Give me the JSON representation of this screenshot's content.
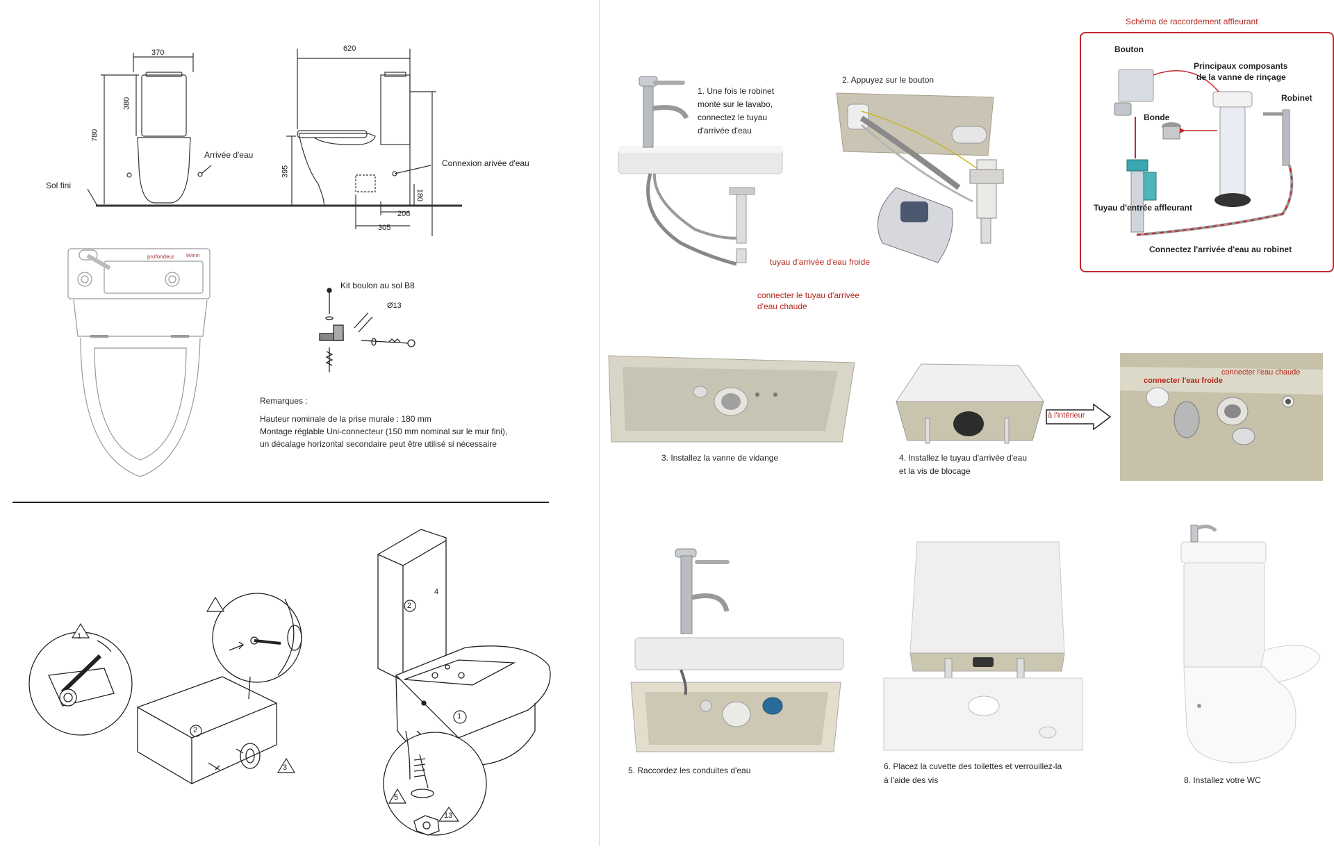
{
  "left_top": {
    "dims": {
      "width_front": "370",
      "tank_height": "380",
      "total_height": "780",
      "depth_total": "620",
      "seat_height": "395",
      "inlet_height": "180",
      "inlet_offset": "206",
      "drain_offset": "305"
    },
    "labels": {
      "finished_floor": "Sol fini",
      "water_inlet": "Arrivée d'eau",
      "inlet_connection": "Connexion arivée d'eau"
    },
    "top_view": {
      "depth_text": "profondeur",
      "depth_value": "90mm"
    },
    "bolt_kit": {
      "title": "Kit boulon au sol B8",
      "diameter": "Ø13"
    },
    "remarks": {
      "heading": "Remarques :",
      "line1": "Hauteur nominale de la prise murale : 180 mm",
      "line2": "Montage réglable Uni-connecteur (150 mm nominal sur le mur fini),",
      "line3": "un décalage horizontal secondaire peut être utilisé si nécessaire"
    }
  },
  "left_bottom": {
    "markers": [
      "1",
      "2",
      "3",
      "4",
      "5",
      "13"
    ]
  },
  "right": {
    "step1": {
      "text_l1": "1. Une fois le robinet",
      "text_l2": "monté sur le lavabo,",
      "text_l3": "connectez le tuyau",
      "text_l4": "d'arrivée d'eau",
      "cold_label": "tuyau d'arrivée d'eau froide",
      "hot_label_l1": "connecter le tuyau d'arrivée",
      "hot_label_l2": "d'eau chaude"
    },
    "step2": {
      "text": "2. Appuyez sur le bouton"
    },
    "schema": {
      "title": "Schéma de raccordement affleurant",
      "button": "Bouton",
      "main_components_l1": "Principaux composants",
      "main_components_l2": "de la vanne de rinçage",
      "faucet": "Robinet",
      "drain": "Bonde",
      "flush_inlet": "Tuyau d'entrée affleurant",
      "connect": "Connectez l'arrivée d'eau au robinet",
      "border_color": "#c0282d"
    },
    "step3": {
      "text": "3. Installez la vanne de vidange"
    },
    "step4": {
      "text_l1": "4. Installez le tuyau d'arrivée d'eau",
      "text_l2": "et la vis de blocage",
      "arrow_label": "à l'intérieur",
      "cold": "connecter l'eau froide",
      "hot": "connecter l'eau chaude"
    },
    "step5": {
      "text": "5. Raccordez les conduites d'eau"
    },
    "step6": {
      "text_l1": "6. Placez la cuvette des toilettes et verrouillez-la",
      "text_l2": "à l'aide des vis"
    },
    "step8": {
      "text": "8. Installez votre WC"
    }
  }
}
